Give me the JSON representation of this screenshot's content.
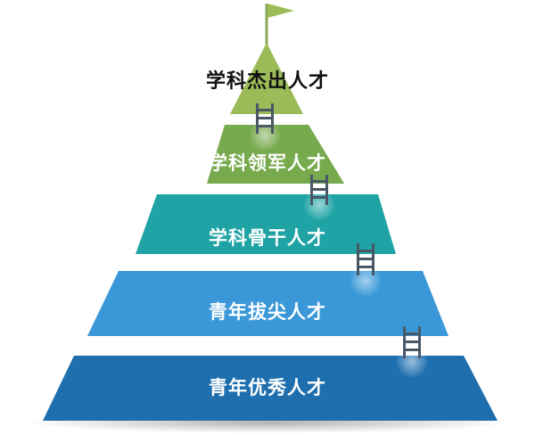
{
  "pyramid": {
    "tiers": [
      {
        "label": "学科杰出人才",
        "color": "#9bbb59"
      },
      {
        "label": "学科领军人才",
        "color": "#77a94d"
      },
      {
        "label": "学科骨干人才",
        "color": "#1fa3a5"
      },
      {
        "label": "青年拔尖人才",
        "color": "#3a98d8"
      },
      {
        "label": "青年优秀人才",
        "color": "#1f6fae"
      }
    ],
    "flag_color": "#9bbb59",
    "ladder_color": "#4a5866"
  }
}
